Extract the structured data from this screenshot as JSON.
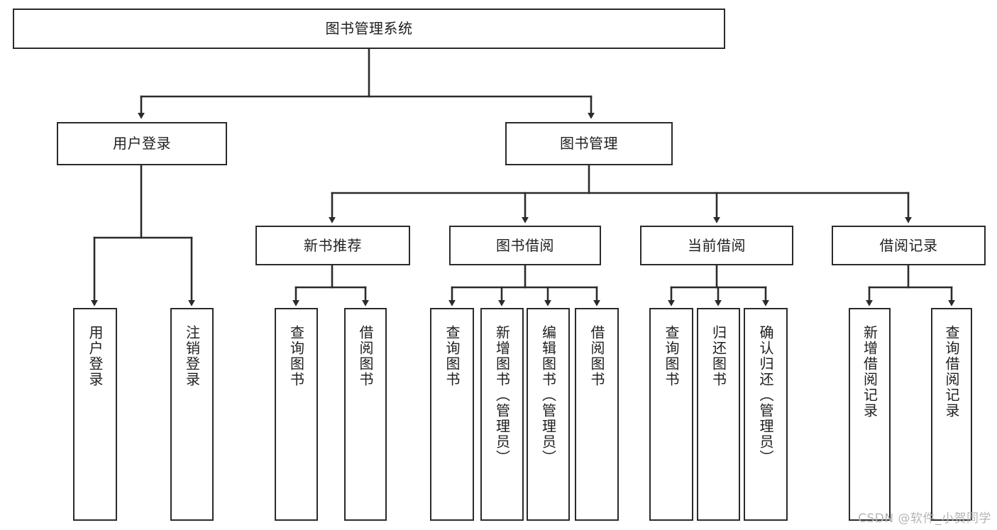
{
  "diagram": {
    "type": "tree-hierarchy",
    "title": "图书管理系统",
    "watermark": "CSDN @软件_小贺同学",
    "colors": {
      "box_border": "#2b2b2b",
      "box_fill": "#ffffff",
      "connector": "#2b2b2b",
      "text": "#1f1f1f",
      "watermark": "#b5b5b5"
    },
    "levels": {
      "root": {
        "label": "图书管理系统"
      },
      "level2": [
        {
          "id": "user-login",
          "label": "用户登录"
        },
        {
          "id": "book-manage",
          "label": "图书管理"
        }
      ],
      "level3": [
        {
          "id": "new-book-rec",
          "label": "新书推荐"
        },
        {
          "id": "book-borrow",
          "label": "图书借阅"
        },
        {
          "id": "current-borrow",
          "label": "当前借阅"
        },
        {
          "id": "borrow-record",
          "label": "借阅记录"
        }
      ],
      "leaves": {
        "user_login": [
          {
            "id": "leaf-user-login",
            "label": "用户登录"
          },
          {
            "id": "leaf-logout",
            "label": "注销登录"
          }
        ],
        "new_book_rec": [
          {
            "id": "leaf-query-book-1",
            "label": "查询图书"
          },
          {
            "id": "leaf-borrow-book-1",
            "label": "借阅图书"
          }
        ],
        "book_borrow": [
          {
            "id": "leaf-query-book-2",
            "label": "查询图书"
          },
          {
            "id": "leaf-add-book",
            "label": "新增图书（管理员）"
          },
          {
            "id": "leaf-edit-book",
            "label": "编辑图书（管理员）"
          },
          {
            "id": "leaf-borrow-book-2",
            "label": "借阅图书"
          }
        ],
        "current_borrow": [
          {
            "id": "leaf-query-book-3",
            "label": "查询图书"
          },
          {
            "id": "leaf-return-book",
            "label": "归还图书"
          },
          {
            "id": "leaf-confirm-return",
            "label": "确认归还（管理员）"
          }
        ],
        "borrow_record": [
          {
            "id": "leaf-add-record",
            "label": "新增借阅记录"
          },
          {
            "id": "leaf-query-record",
            "label": "查询借阅记录"
          }
        ]
      }
    }
  }
}
